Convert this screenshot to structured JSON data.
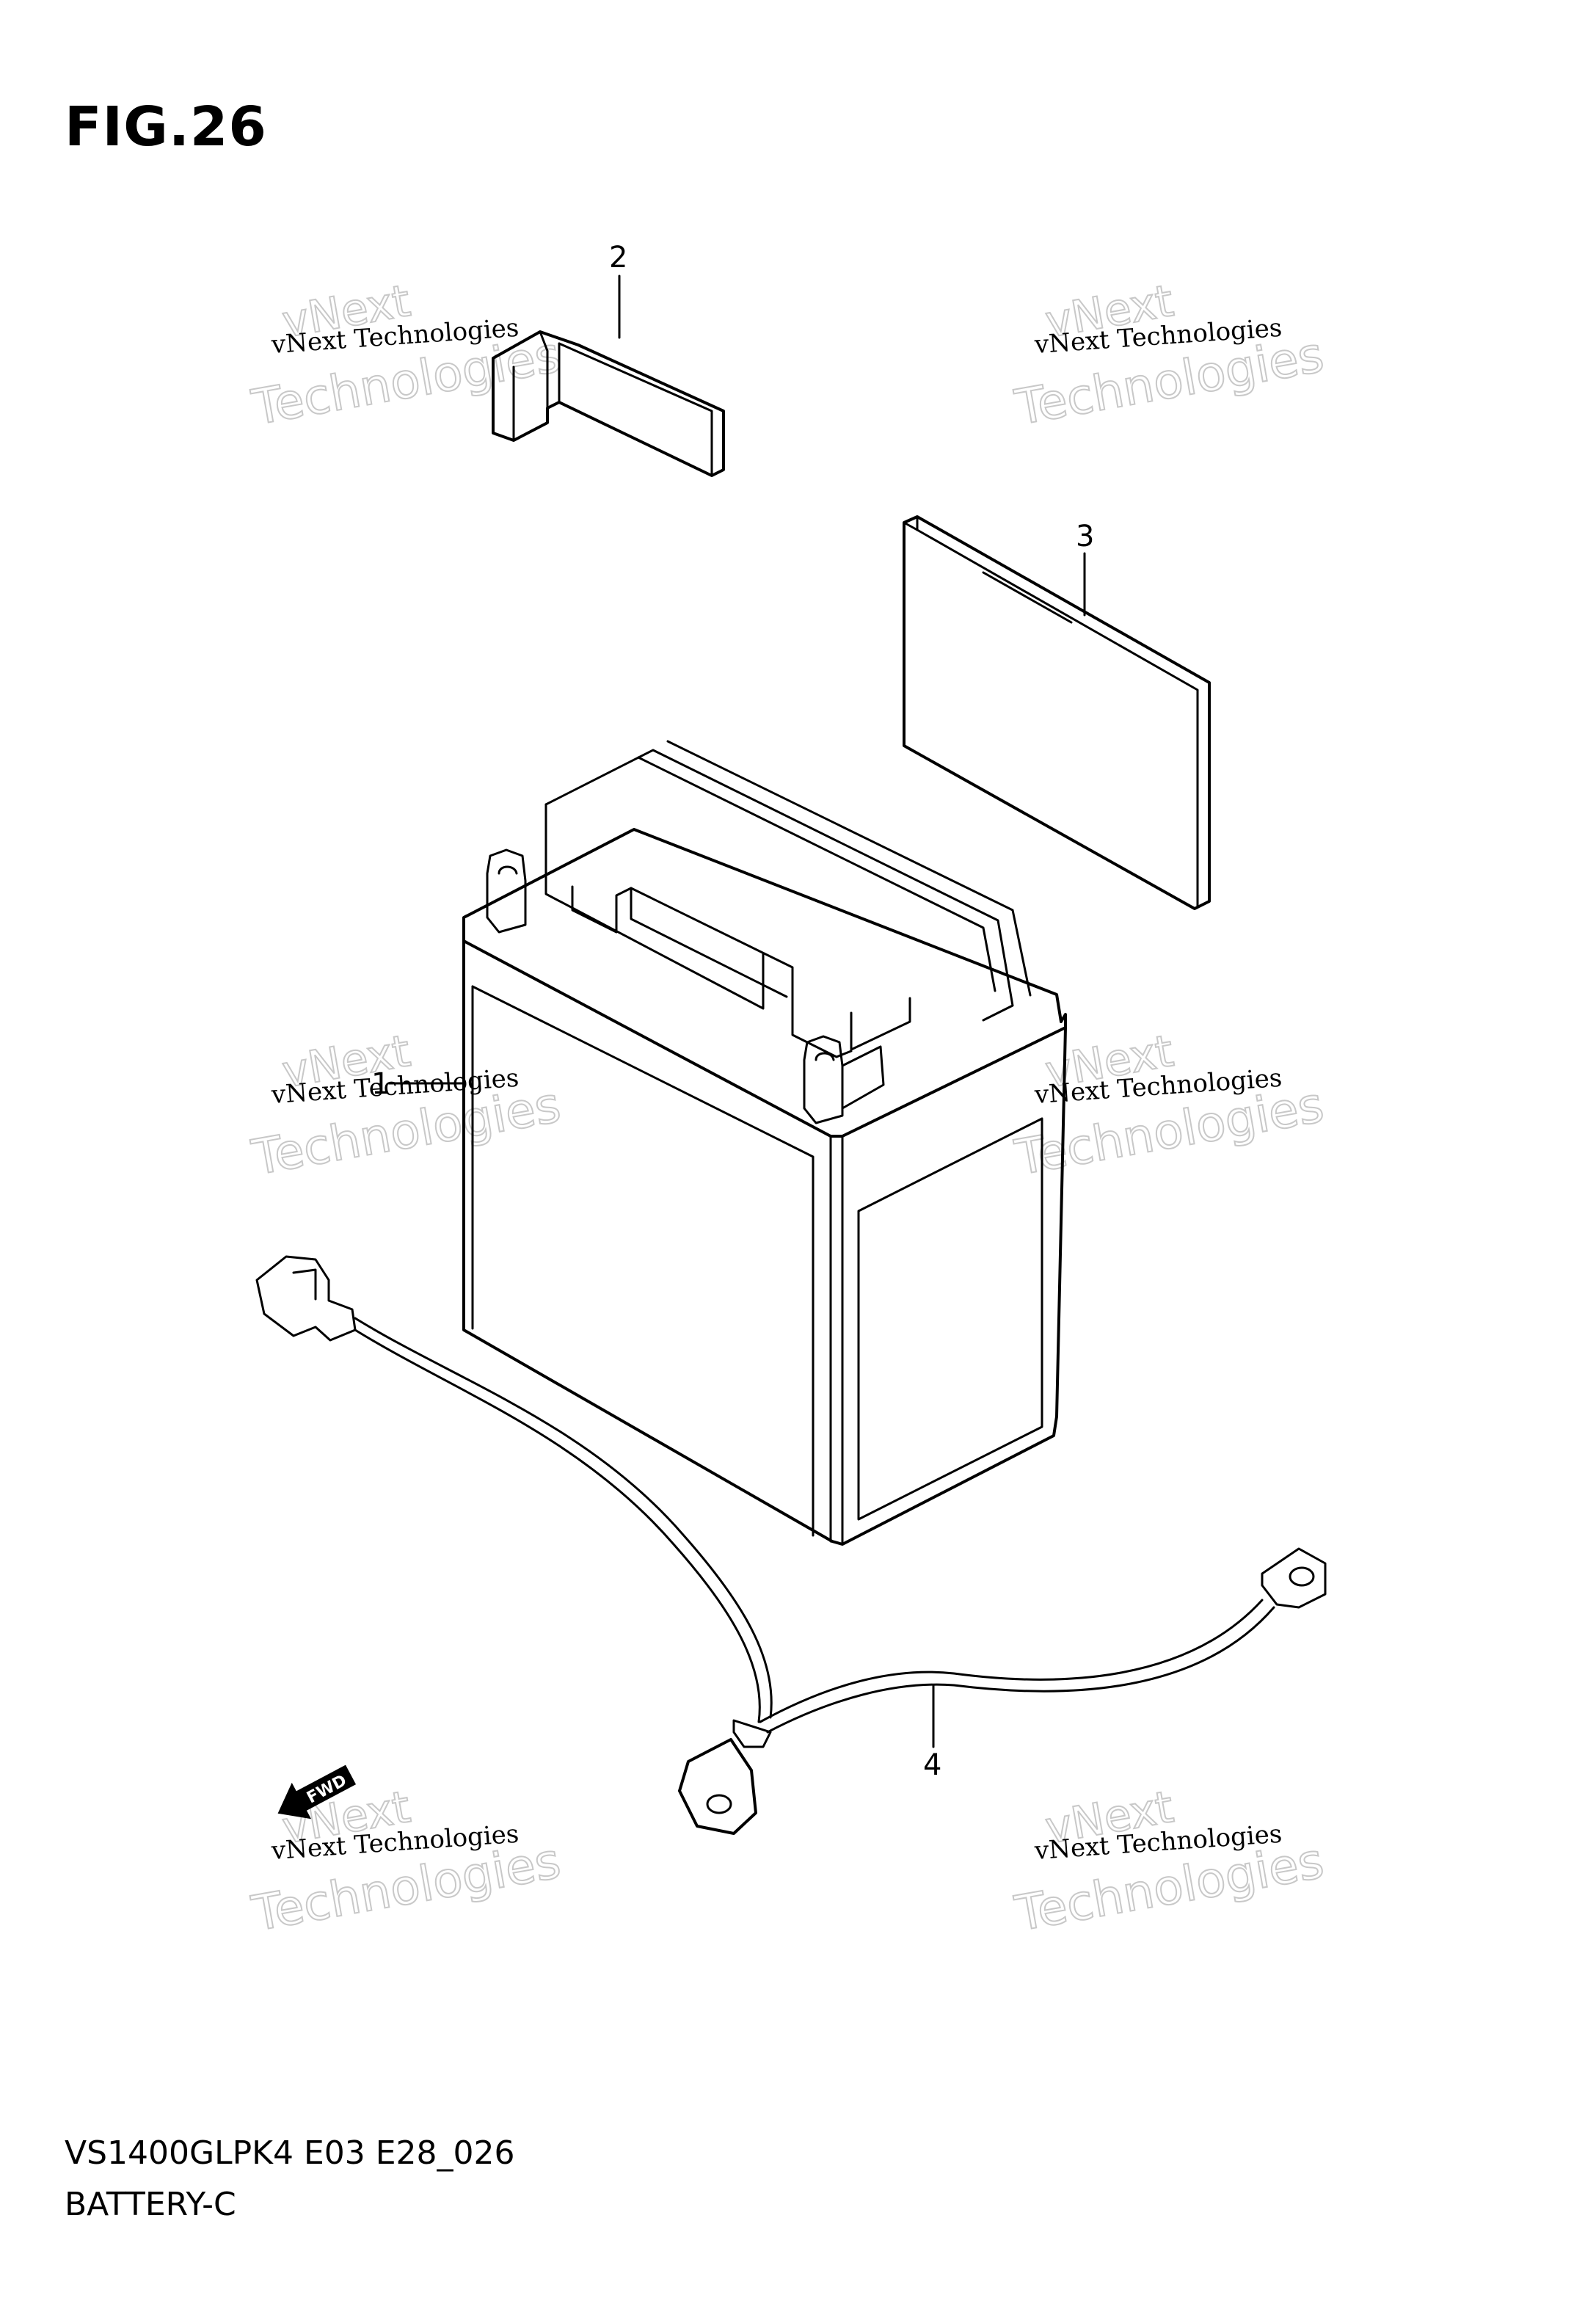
{
  "figure": {
    "title": "FIG.26",
    "code": "VS1400GLPK4 E03 E28_026",
    "name": "BATTERY-C"
  },
  "callouts": [
    "1",
    "2",
    "3",
    "4"
  ],
  "fwd_label": "FWD",
  "watermark": {
    "line1": "vNext",
    "line2": "vNext Technologies",
    "line3": "Technologies"
  }
}
